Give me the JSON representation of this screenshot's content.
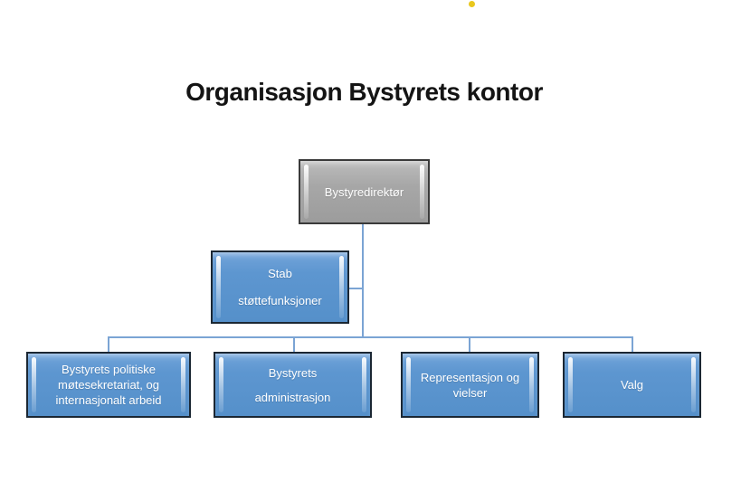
{
  "page": {
    "background": "#ffffff",
    "bullet_color": "#e9c71e"
  },
  "title": "Organisasjon Bystyrets kontor",
  "org": {
    "root": {
      "label": "Bystyredirektør"
    },
    "assistant": {
      "label": "Stab\nstøttefunksjoner"
    },
    "children": [
      {
        "label": "Bystyrets politiske\nmøtesekretariat, og\ninternasjonalt arbeid"
      },
      {
        "label": "Bystyrets\nadministrasjon"
      },
      {
        "label": "Representasjon og\nvielser"
      },
      {
        "label": "Valg"
      }
    ]
  },
  "colors": {
    "child_fill": "#5b94ce",
    "child_border": "#1b2733",
    "root_fill": "#a7a7a7",
    "root_border": "#3a3a3a",
    "connector": "#7ba4d4",
    "title_text": "#141414",
    "node_text": "#ffffff"
  }
}
